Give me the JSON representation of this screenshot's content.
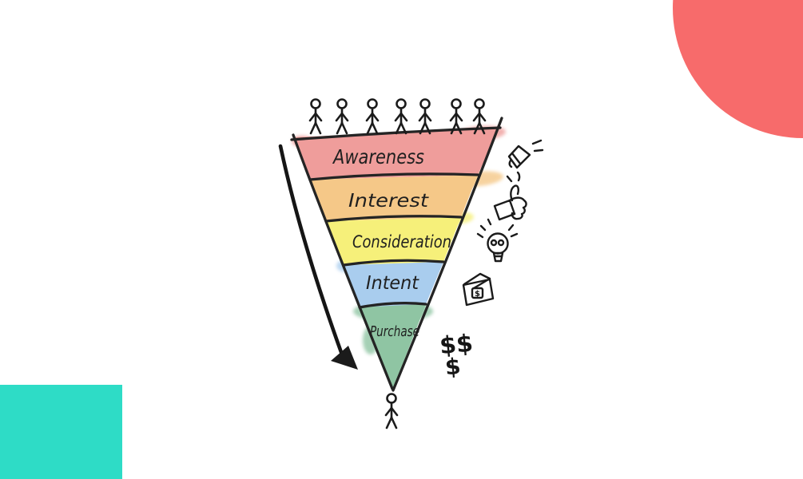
{
  "page": {
    "background": "#ffffff"
  },
  "decor": {
    "circle_color": "#F76B6B",
    "square_color": "#2EDCC6"
  },
  "funnel": {
    "ink_color": "#1b1b1b",
    "outline_color": "#242424",
    "top_people_count": 7,
    "bottom_people_count": 1,
    "stages": [
      {
        "label": "Awareness",
        "color": "#EF9D9B",
        "icon": "megaphone-icon"
      },
      {
        "label": "Interest",
        "color": "#F5C888",
        "icon": "thumbs-up-icon"
      },
      {
        "label": "Consideration",
        "color": "#F6F07A",
        "icon": "lightbulb-icon"
      },
      {
        "label": "Intent",
        "color": "#A9CDEE",
        "icon": "wallet-icon"
      },
      {
        "label": "Purchase",
        "color": "#8FC5A3",
        "icon": "dollar-signs-icon"
      }
    ],
    "dollar_top": "$$",
    "dollar_bottom": "$",
    "wallet_currency": "$"
  }
}
